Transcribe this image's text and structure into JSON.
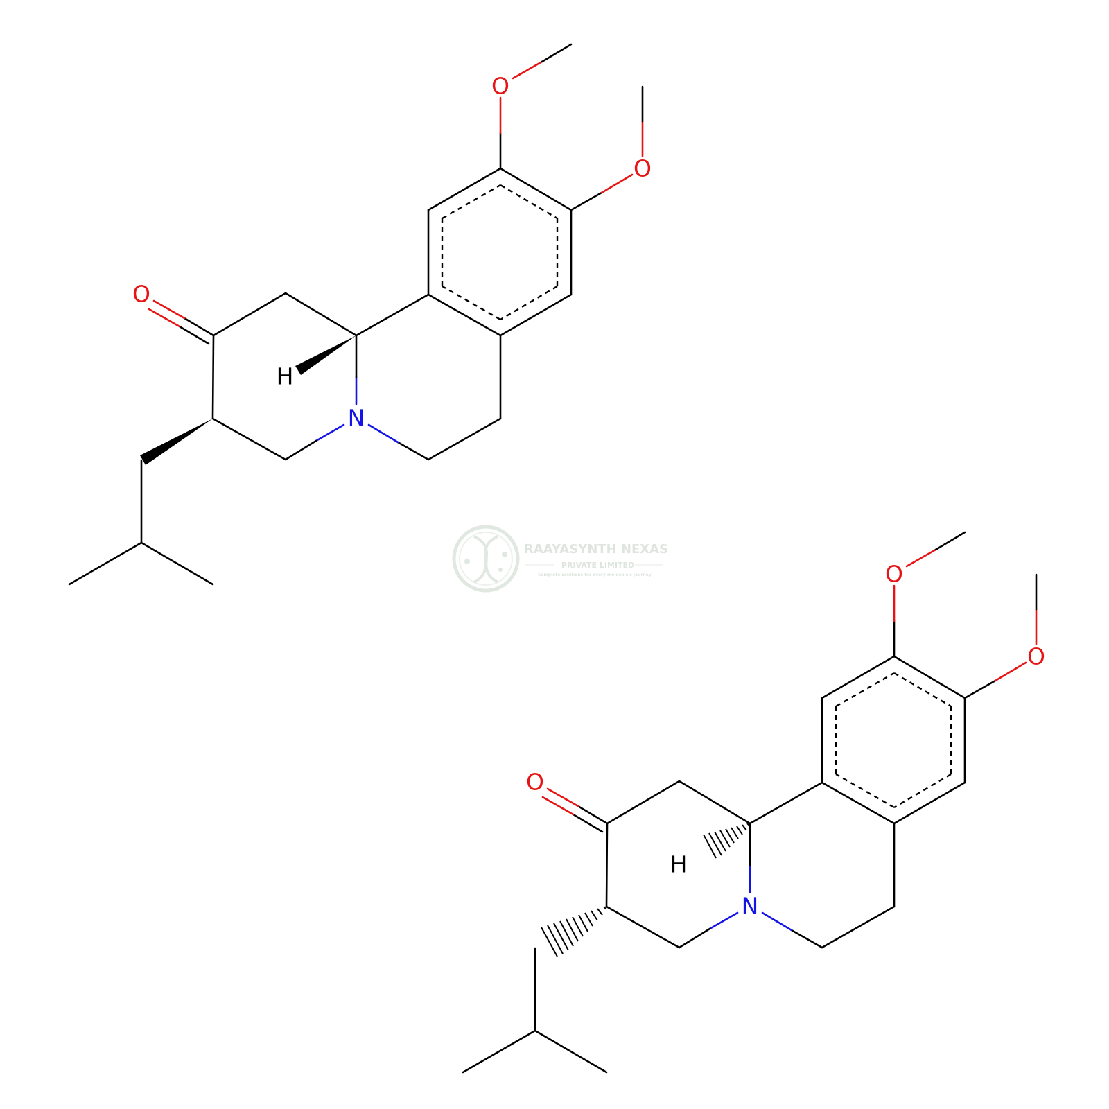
{
  "colors": {
    "bond": "#000000",
    "nitrogen": "#1414e6",
    "oxygen": "#e61414",
    "hydrogen": "#000000",
    "watermark": "#cfd8cf"
  },
  "molecules": [
    {
      "stereo": "wedge",
      "labels": {
        "oxygen_methoxy_top": "O",
        "oxygen_methoxy_right": "O",
        "oxygen_ketone": "O",
        "nitrogen": "N",
        "hydrogen": "H"
      }
    },
    {
      "stereo": "hash",
      "labels": {
        "oxygen_methoxy_top": "O",
        "oxygen_methoxy_right": "O",
        "oxygen_ketone": "O",
        "nitrogen": "N",
        "hydrogen": "H"
      }
    }
  ],
  "watermark": {
    "logo_icon": "dna-leaf-icon",
    "company": "RAAYASYNTH NEXAS",
    "subtitle": "PRIVATE LIMITED",
    "tagline": "Complete solutions for every molecule's journey"
  }
}
